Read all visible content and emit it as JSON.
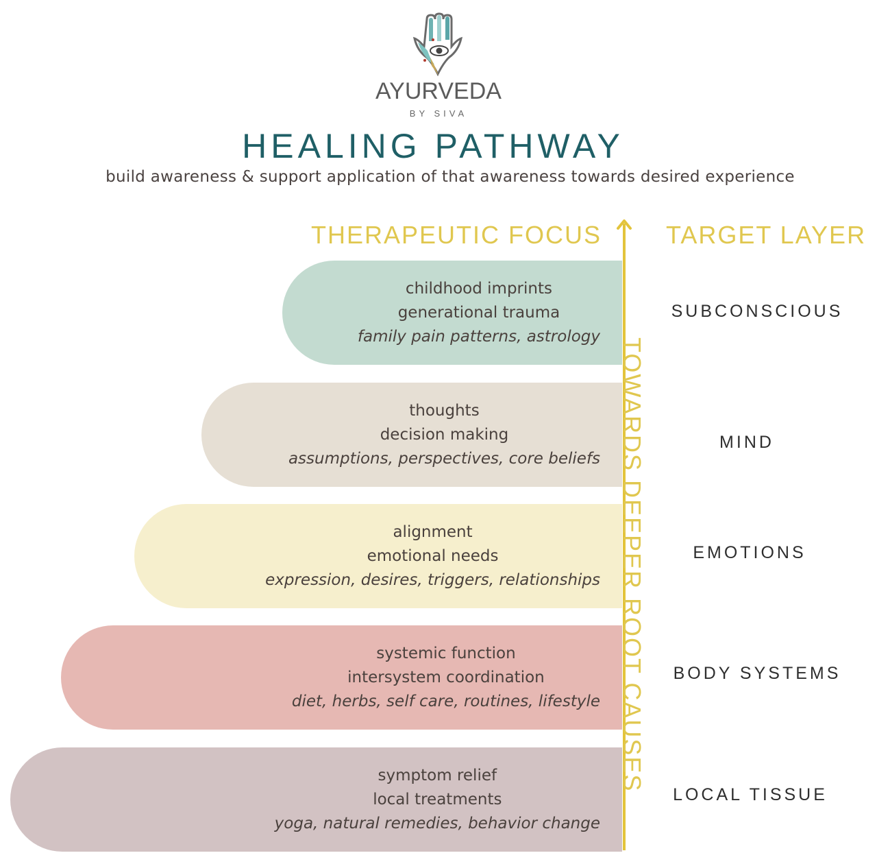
{
  "logo": {
    "icon": "hamsa-hand-icon",
    "wordmark": "AYURVEDA",
    "tagline": "BY SIVA"
  },
  "title": "HEALING PATHWAY",
  "subtitle": "build awareness & support application of that awareness towards desired experience",
  "columns": {
    "left": "THERAPEUTIC FOCUS",
    "right": "TARGET LAYER"
  },
  "axis": {
    "label": "TOWARDS DEEPER ROOT CAUSES",
    "icon": "arrow-up-icon",
    "color": "#e3c43c"
  },
  "levels": [
    {
      "layer": "SUBCONSCIOUS",
      "focus": [
        "childhood imprints",
        "generational trauma"
      ],
      "detail": "family pain patterns, astrology",
      "color": "#c3dbd0"
    },
    {
      "layer": "MIND",
      "focus": [
        "thoughts",
        "decision making"
      ],
      "detail": "assumptions, perspectives, core beliefs",
      "color": "#e6dfd4"
    },
    {
      "layer": "EMOTIONS",
      "focus": [
        "alignment",
        "emotional needs"
      ],
      "detail": "expression, desires, triggers, relationships",
      "color": "#f6efcd"
    },
    {
      "layer": "BODY SYSTEMS",
      "focus": [
        "systemic function",
        "intersystem coordination"
      ],
      "detail": "diet, herbs, self care, routines, lifestyle",
      "color": "#e6b8b3"
    },
    {
      "layer": "LOCAL TISSUE",
      "focus": [
        "symptom relief",
        "local treatments"
      ],
      "detail": "yoga, natural remedies, behavior change",
      "color": "#d2c2c3"
    }
  ]
}
